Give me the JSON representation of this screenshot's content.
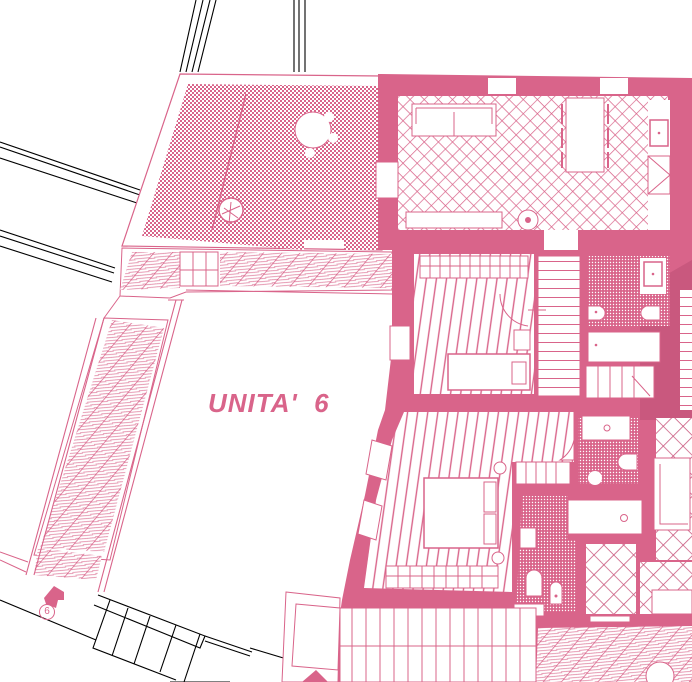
{
  "plan": {
    "type": "architectural floor plan",
    "unit_label": "UNITA'  6",
    "entrance_marker": {
      "number": "6",
      "icon": "entrance-arrow-icon"
    },
    "colors": {
      "wall": "#d9648a",
      "wall_dark": "#c9587e",
      "line": "#d9648a",
      "context_line": "#000000",
      "background": "#ffffff"
    },
    "rooms": [
      {
        "id": "terrace",
        "fill": "checker",
        "furniture": [
          "round-table",
          "potted-plant"
        ]
      },
      {
        "id": "living-kitchen",
        "fill": "diamond-grid",
        "furniture": [
          "sofa",
          "dining-table",
          "sink",
          "stove",
          "tv-console",
          "floor-lamp"
        ]
      },
      {
        "id": "bedroom-1",
        "fill": "wood-planks",
        "furniture": [
          "single-bed",
          "wardrobe"
        ]
      },
      {
        "id": "stairs",
        "fill": "steps"
      },
      {
        "id": "bathroom-1",
        "fill": "dots",
        "furniture": [
          "washbasin",
          "wc",
          "bathtub"
        ]
      },
      {
        "id": "bedroom-2",
        "fill": "wood-planks",
        "furniture": [
          "double-bed",
          "wardrobe",
          "nightstands"
        ]
      },
      {
        "id": "bathroom-2",
        "fill": "dots",
        "furniture": [
          "washbasin",
          "wc",
          "bidet",
          "bathtub"
        ]
      },
      {
        "id": "bathroom-3",
        "fill": "dots",
        "furniture": [
          "washbasin",
          "wc"
        ]
      },
      {
        "id": "hall",
        "fill": "diamond-grid"
      },
      {
        "id": "courtyard",
        "fill": "none"
      },
      {
        "id": "walkway",
        "fill": "diagonal-hatch"
      }
    ]
  }
}
